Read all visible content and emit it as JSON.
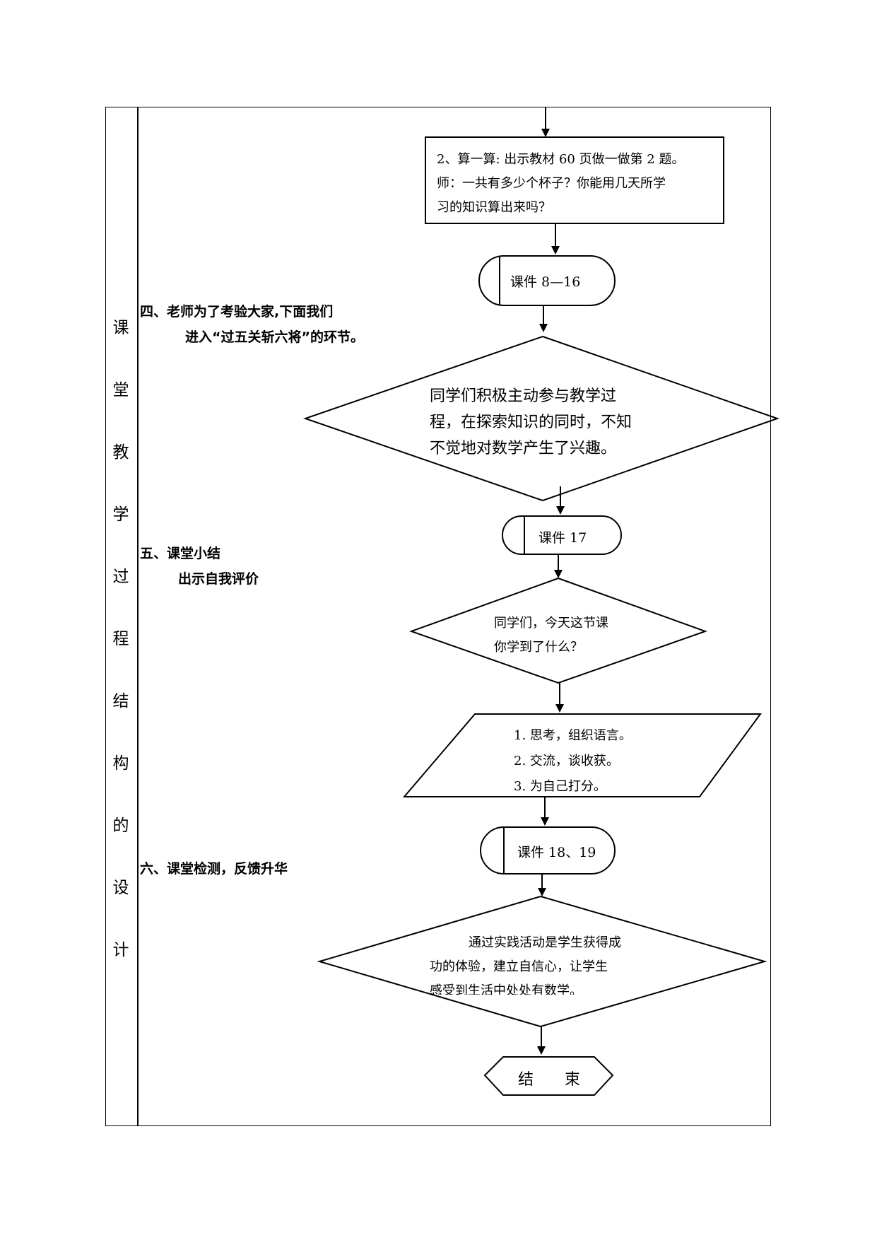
{
  "left_column": {
    "chars": [
      "课",
      "堂",
      "教",
      "学",
      "过",
      "程",
      "结",
      "构",
      "的",
      "设",
      "计"
    ]
  },
  "stages": {
    "s4_line1": "四、老师为了考验大家,下面我们",
    "s4_line2": "进入“过五关斩六将”的环节。",
    "s5_line1": "五、课堂小结",
    "s5_line2": "出示自我评价",
    "s6_line1": "六、课堂检测，反馈升华"
  },
  "flow": {
    "box1": {
      "line1": "2、算一算: 出示教材 60 页做一做第 2 题。",
      "line2": "师：一共有多少个杯子？你能用几天所学",
      "line3": "习的知识算出来吗？"
    },
    "term1": "课件 8—16",
    "diamond1": {
      "line1": "同学们积极主动参与教学过",
      "line2": "程，在探索知识的同时，不知",
      "line3": "不觉地对数学产生了兴趣。"
    },
    "term2": "课件 17",
    "diamond2": {
      "line1": "同学们，今天这节课",
      "line2": "你学到了什么？"
    },
    "para": {
      "line1": "1. 思考，组织语言。",
      "line2": "2. 交流，谈收获。",
      "line3": "3. 为自己打分。"
    },
    "term3": "课件 18、19",
    "diamond3": {
      "line1": "通过实践活动是学生获得成",
      "line2": "功的体验，建立自信心，让学生",
      "line3": "感受到生活中处处有数学。"
    },
    "end": "结　　束"
  }
}
